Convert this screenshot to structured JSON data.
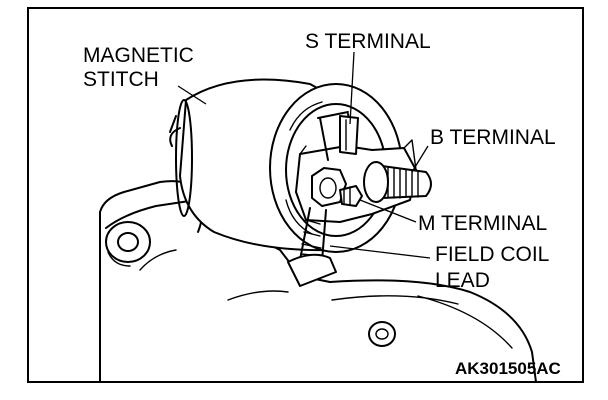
{
  "diagram": {
    "labels": {
      "magnetic_line1": "MAGNETIC",
      "magnetic_line2": "STITCH",
      "s_terminal": "S TERMINAL",
      "b_terminal": "B TERMINAL",
      "m_terminal": "M TERMINAL",
      "field_coil_line1": "FIELD COIL",
      "field_coil_line2": "LEAD"
    },
    "figure_code": "AK301505AC"
  }
}
